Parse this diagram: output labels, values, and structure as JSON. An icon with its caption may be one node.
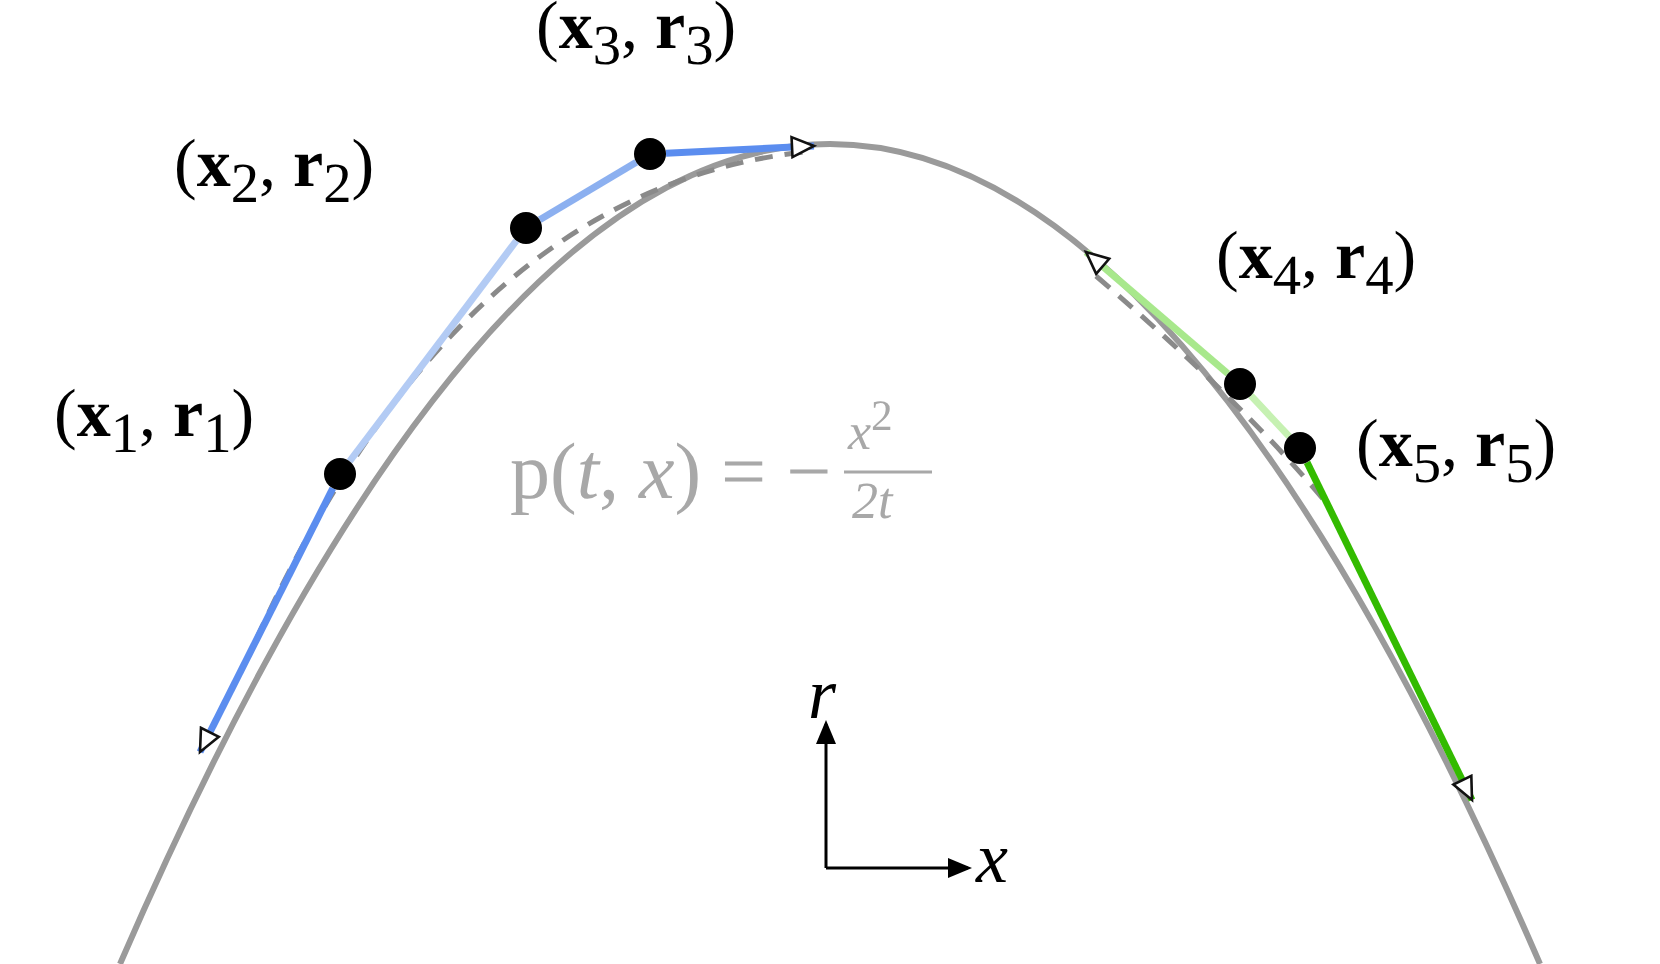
{
  "diagram": {
    "nodes": [
      {
        "text": [],
        "shape": "circle",
        "beside": [
          "(**x**$_{1}$, **r**$_{1}$)"
        ]
      },
      {
        "text": [],
        "shape": "circle",
        "beside": [
          "(**x**$_{2}$, **r**$_{2}$)"
        ]
      },
      {
        "text": [],
        "shape": "circle",
        "beside": [
          "(**x**$_{3}$, **r**$_{3}$)"
        ]
      },
      {
        "text": [],
        "shape": "circle",
        "beside": [
          "(**x**$_{4}$, **r**$_{4}$)"
        ]
      },
      {
        "text": [],
        "shape": "circle",
        "beside": [
          "(**x**$_{5}$, **r**$_{5}$)"
        ]
      }
    ],
    "edges": [
      {
        "from": 0,
        "to": null,
        "arrow": "to",
        "color": "#5b8def"
      },
      {
        "from": 0,
        "to": 1,
        "arrow": "none",
        "color": "#b3cbf4"
      },
      {
        "from": 1,
        "to": 2,
        "arrow": "none",
        "color": "#8cb0f0"
      },
      {
        "from": 2,
        "to": null,
        "arrow": "to",
        "color": "#5b8def"
      },
      {
        "from": 3,
        "to": null,
        "arrow": "to",
        "color": "#a8e88c"
      },
      {
        "from": 3,
        "to": 4,
        "arrow": "none",
        "color": "#c6f1b2"
      },
      {
        "from": 4,
        "to": null,
        "arrow": "to",
        "color": "#33bb00"
      }
    ],
    "labels": [
      "p(*t*, *x*) = −",
      "*x*$^{2}$",
      "2t",
      "*r*",
      "*x*"
    ]
  }
}
